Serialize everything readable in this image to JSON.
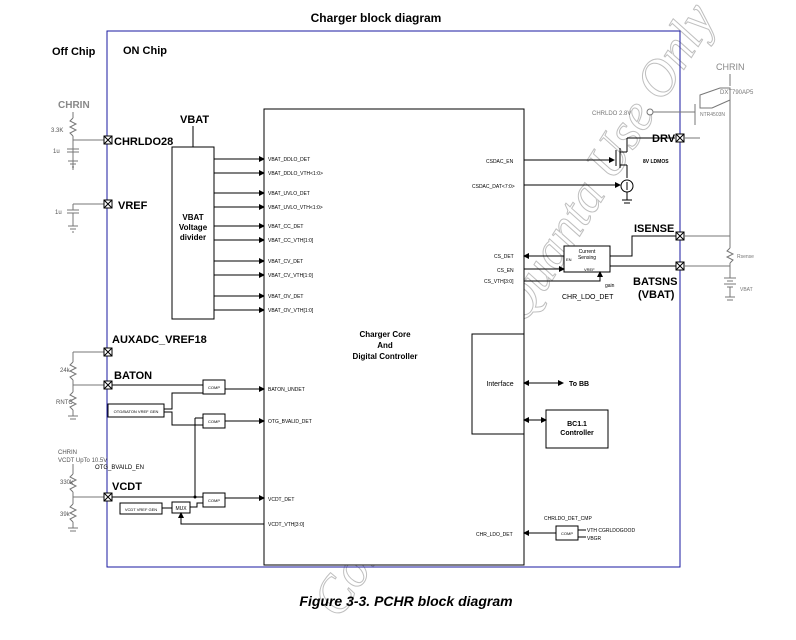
{
  "title": "Charger block diagram",
  "caption": "Figure 3-3. PCHR block diagram",
  "watermark": "Confidential for Quanta Use Only",
  "regions": {
    "off_chip": "Off Chip",
    "on_chip": "ON Chip"
  },
  "pins": {
    "chrldo28": "CHRLDO28",
    "vref": "VREF",
    "auxadc": "AUXADC_VREF18",
    "baton": "BATON",
    "vcdt": "VCDT",
    "drv": "DRV",
    "isense": "ISENSE",
    "batsns": "BATSNS",
    "batsns_sub": "(VBAT)"
  },
  "left_ext": {
    "chrin": "CHRIN",
    "r33k": "3.3K",
    "c1u_a": "1u",
    "c1u_b": "1u",
    "r24k": "24k",
    "rntc": "RNTC",
    "chrin2": "CHRIN",
    "vcdt_upto": "VCDT UpTo 10.5V",
    "r330k": "330k",
    "r39k": "39k",
    "otg_bvaild_en": "OTG_BVAILD_EN"
  },
  "vbat_label": "VBAT",
  "divider": {
    "l1": "VBAT",
    "l2": "Voltage",
    "l3": "divider"
  },
  "divider_signals": [
    "VBAT_DDLO_DET",
    "VBAT_DDLO_VTH<1:0>",
    "VBAT_UVLO_DET",
    "VBAT_UVLO_VTH<1:0>",
    "VBAT_CC_DET",
    "VBAT_CC_VTH[1:0]",
    "VBAT_CV_DET",
    "VBAT_CV_VTH[1:0]",
    "VBAT_OV_DET",
    "VBAT_OV_VTH[1:0]"
  ],
  "core": {
    "l1": "Charger Core",
    "l2": "And",
    "l3": "Digital Controller",
    "baton_undet": "BATON_UNDET",
    "otg_bvalid_det": "OTG_BVALID_DET",
    "vcdt_det": "VCDT_DET",
    "vcdt_vth": "VCDT_VTH[3:0]",
    "csdac_en": "CSDAC_EN",
    "csdac_dat": "CSDAC_DAT<7:0>",
    "cs_det": "CS_DET",
    "cs_en": "CS_EN",
    "cs_vth": "CS_VTH[3:0]",
    "chr_ldo_det": "CHR_LDO_DET"
  },
  "blocks": {
    "comp": "COMP",
    "otg_baton_gen": "OTG/BATON VREF GEN",
    "vcdt_vref_gen": "VCDT VREF GEN",
    "mux": "MUX",
    "interface": "Interface",
    "to_bb": "To BB",
    "bc11_l1": "BC1.1",
    "bc11_l2": "Controller",
    "current_sensing_l1": "Current",
    "current_sensing_l2": "Sensing",
    "en": "EN",
    "vref": "VREF",
    "gain": "gain",
    "chr_ldo_det_label": "CHR_LDO_DET",
    "chrldo_det_cmp": "CHRLDO_DET_CMP",
    "vth_cgrldogood": "VTH CGRLDOGOOD",
    "vbgr": "VBGR",
    "ldmos": "8V LDMOS",
    "chrldo_28v": "CHRLDO 2.8V"
  },
  "right_ext": {
    "chrin": "CHRIN",
    "dxt": "DXT790AP5",
    "ntr": "NTR4503N",
    "rsense": "Rsense",
    "vbat": "VBAT"
  }
}
